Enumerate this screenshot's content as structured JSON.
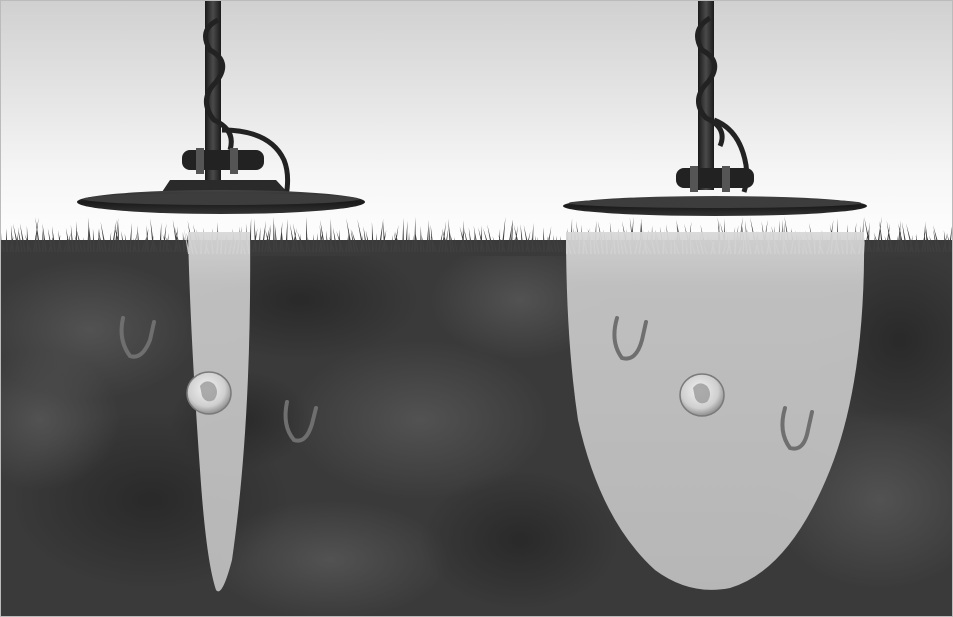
{
  "scene": {
    "palette": {
      "sky_top": "#d6d6d6",
      "sky_bottom": "#ffffff",
      "soil_dark": "#2f2f2f",
      "soil_mid": "#4a4a4a",
      "soil_light": "#5a5a5a",
      "grass": "#3c3c3c",
      "detection_field": "#c9c9c9",
      "coil": "#1f1f1f",
      "coin": "#d9d9d9",
      "nail": "#6b6b6b"
    },
    "detectors": [
      {
        "id": "narrow-pattern",
        "coil": "small-coil",
        "field_shape": "narrow-cone"
      },
      {
        "id": "wide-pattern",
        "coil": "large-coil",
        "field_shape": "wide-bowl"
      }
    ],
    "buried_objects": [
      {
        "type": "coin",
        "count": 2
      },
      {
        "type": "nail",
        "count": 4
      }
    ]
  }
}
